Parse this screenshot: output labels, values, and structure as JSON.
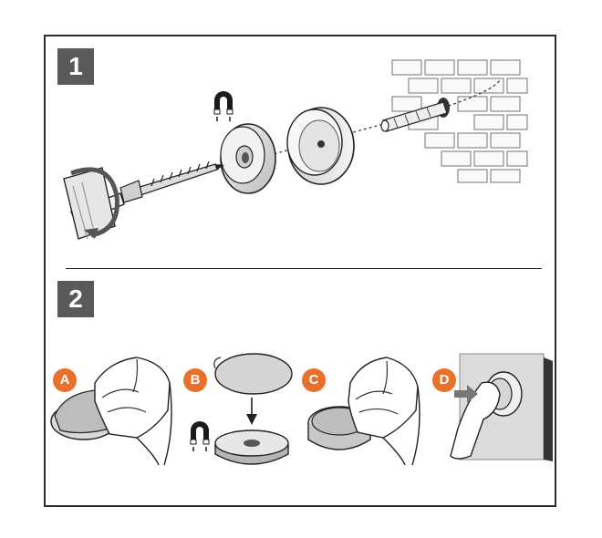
{
  "steps": [
    {
      "number": "1"
    },
    {
      "number": "2"
    }
  ],
  "substeps": [
    {
      "letter": "A"
    },
    {
      "letter": "B"
    },
    {
      "letter": "C"
    },
    {
      "letter": "D"
    }
  ],
  "icons": {
    "magnet": "magnet-icon",
    "rotation": "rotation-arrow-icon",
    "push": "push-arrow-icon"
  },
  "colors": {
    "badge_gray": "#5a5a5a",
    "accent_orange": "#e8702a",
    "line_dark": "#222222"
  }
}
